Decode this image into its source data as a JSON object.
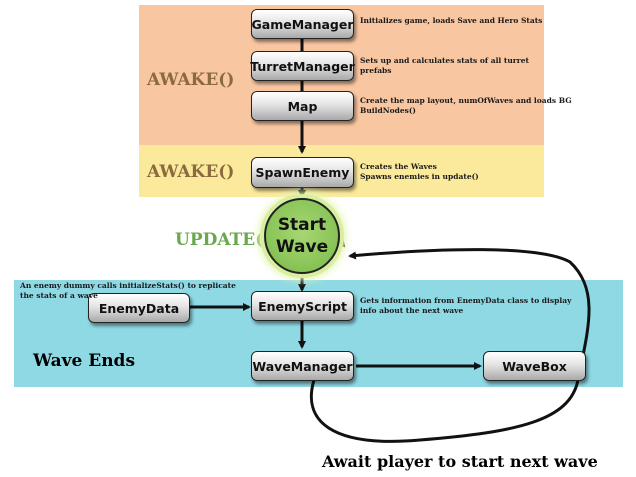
{
  "colors": {
    "awake_panel_1": "#f8c6a0",
    "awake_panel_2": "#fbea9c",
    "update_panel": "#8fd9e4",
    "phase_brown": "#8b6a3e",
    "phase_green": "#6aa84f",
    "start_wave_fill": "#8cc65a"
  },
  "phases": {
    "awake_1": "AWAKE()",
    "awake_2": "AWAKE()",
    "update": "UPDATE()",
    "wave_ends": "Wave Ends"
  },
  "nodes": {
    "game_manager": "GameManager",
    "turret_manager": "TurretManager",
    "map": "Map",
    "spawn_enemy": "SpawnEnemy",
    "start_wave_line1": "Start",
    "start_wave_line2": "Wave",
    "enemy_data": "EnemyData",
    "enemy_script": "EnemyScript",
    "wave_manager": "WaveManager",
    "wave_box": "WaveBox"
  },
  "notes": {
    "game_manager": "Initializes game, loads Save and Hero Stats",
    "turret_manager_line1": "Sets up and calculates stats of all turret",
    "turret_manager_line2": "prefabs",
    "map_line1": "Create the map layout, numOfWaves and loads BG",
    "map_line2": "BuildNodes()",
    "spawn_enemy_line1": "Creates the Waves",
    "spawn_enemy_line2": "Spawns enemies in update()",
    "enemy_data_line1": "An enemy dummy calls initializeStats() to replicate",
    "enemy_data_line2": "the stats of a wave",
    "enemy_script_line1": "Gets information from EnemyData class to display",
    "enemy_script_line2": "info about the next wave"
  },
  "loop_label": "Await player to start next wave"
}
